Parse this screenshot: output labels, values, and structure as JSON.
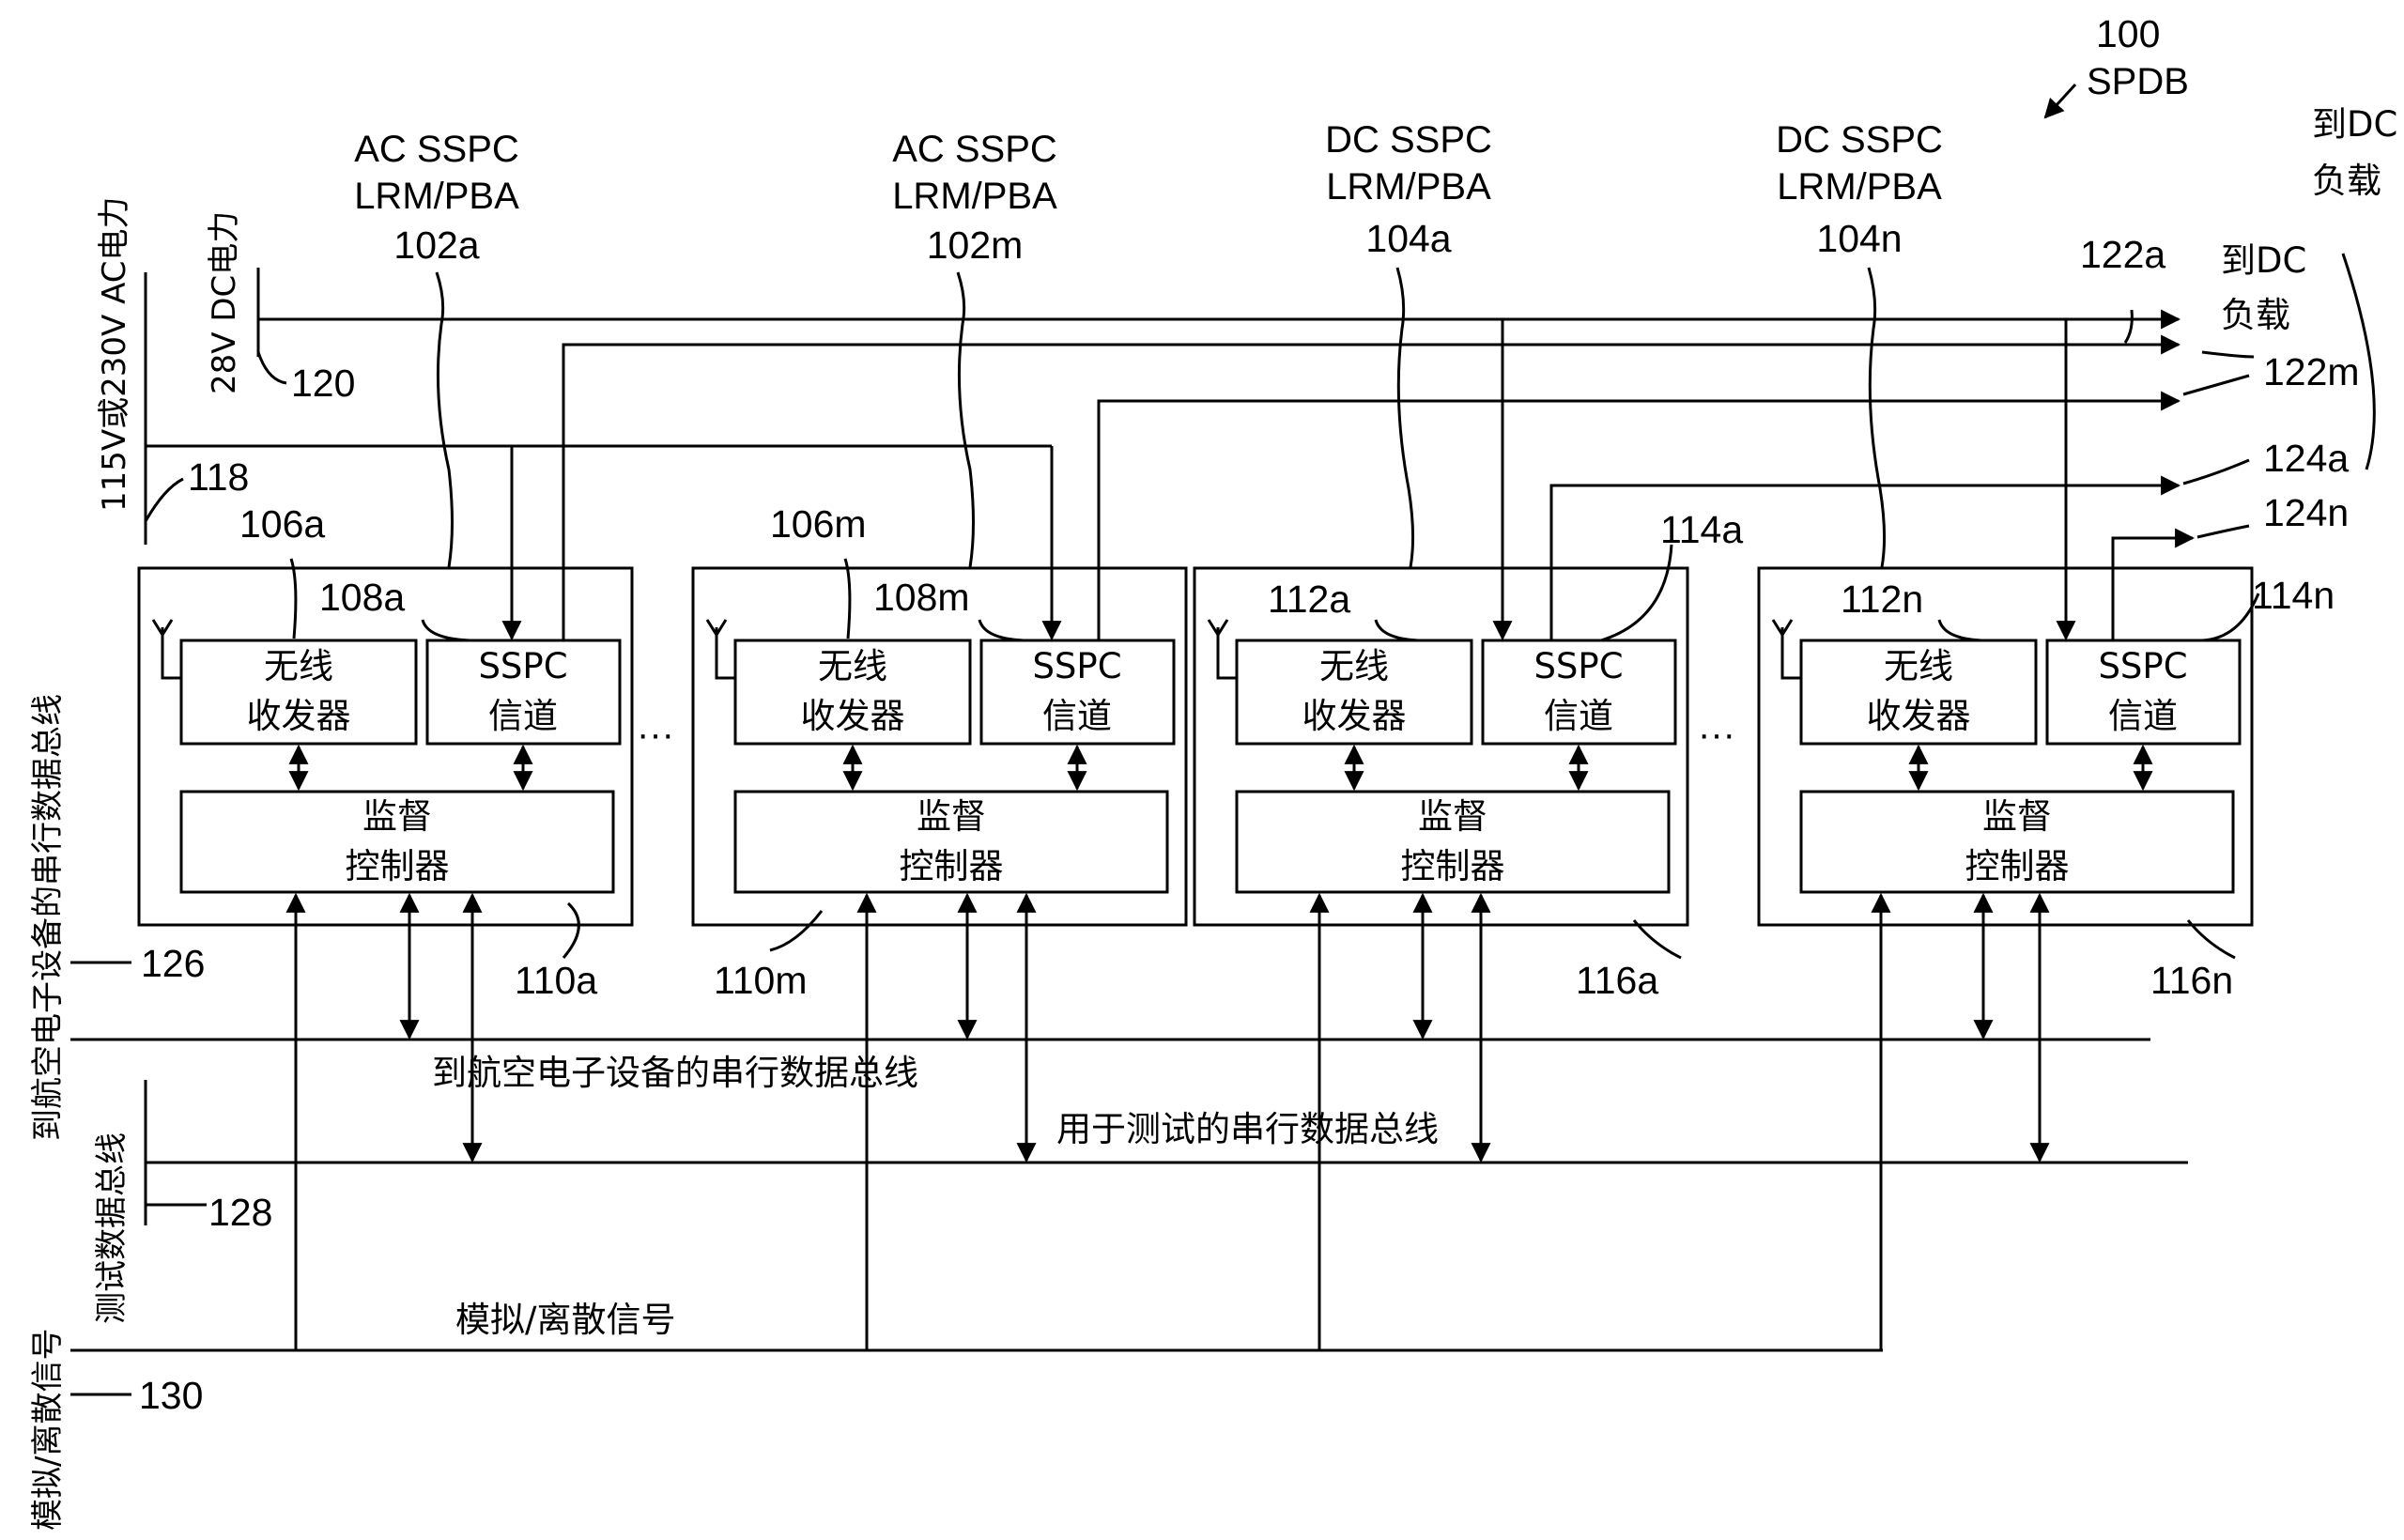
{
  "figure": {
    "number": "100",
    "name": "SPDB"
  },
  "buses": {
    "ac_power": {
      "label": "115V或230V AC电力",
      "ref": "118"
    },
    "dc_power": {
      "label": "28V DC电力",
      "ref": "120"
    },
    "avionics_bus": {
      "label": "到航空电子设备的串行数据总线",
      "ref": "126",
      "inline_label": "到航空电子设备的串行数据总线"
    },
    "test_bus": {
      "label": "测试数据总线",
      "ref": "128",
      "inline_label": "用于测试的串行数据总线"
    },
    "discrete": {
      "label": "模拟/离散信号",
      "ref": "130",
      "inline_label": "模拟/离散信号"
    }
  },
  "modules": [
    {
      "title_1": "AC SSPC",
      "title_2": "LRM/PBA",
      "ref": "102a",
      "board_ref": "106a",
      "tx_ref": "108a",
      "ch_ref": "",
      "ctrl_ref": "110a"
    },
    {
      "title_1": "AC SSPC",
      "title_2": "LRM/PBA",
      "ref": "102m",
      "board_ref": "106m",
      "tx_ref": "108m",
      "ch_ref": "",
      "ctrl_ref": "110m"
    },
    {
      "title_1": "DC SSPC",
      "title_2": "LRM/PBA",
      "ref": "104a",
      "board_ref": "",
      "tx_ref": "112a",
      "ch_ref": "114a",
      "ctrl_ref": "116a"
    },
    {
      "title_1": "DC SSPC",
      "title_2": "LRM/PBA",
      "ref": "104n",
      "board_ref": "",
      "tx_ref": "112n",
      "ch_ref": "114n",
      "ctrl_ref": "116n"
    }
  ],
  "blocks": {
    "transceiver_1": "无线",
    "transceiver_2": "收发器",
    "channel_1": "SSPC",
    "channel_2": "信道",
    "controller_1": "监督",
    "controller_2": "控制器"
  },
  "outputs": {
    "dc_load_top": "到DC\n负载",
    "dc_load_mid": "到DC\n负载",
    "ref_122a": "122a",
    "ref_122m": "122m",
    "ref_124a": "124a",
    "ref_124n": "124n"
  },
  "ellipsis": "···"
}
